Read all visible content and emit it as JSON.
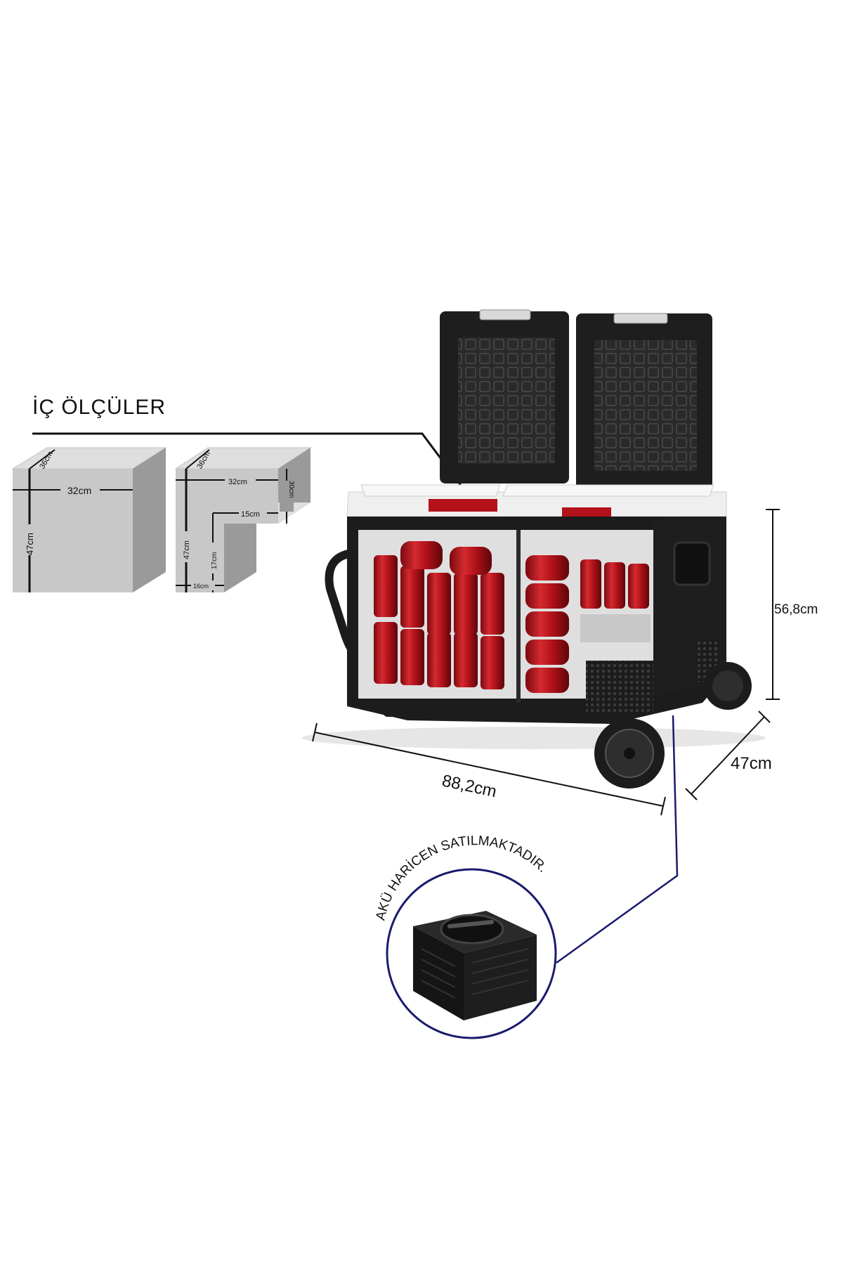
{
  "title": "İÇ ÖLÇÜLER",
  "left_box": {
    "depth": "36cm",
    "width": "32cm",
    "height": "47cm"
  },
  "right_box": {
    "depth": "36cm",
    "width": "32cm",
    "upper_height": "30cm",
    "step_width": "15cm",
    "height": "47cm",
    "lower_height": "17cm",
    "bottom_width": "16cm"
  },
  "product": {
    "height": "56,8cm",
    "width": "88,2cm",
    "depth": "47cm"
  },
  "battery_note": "AKÜ HARİCEN SATILMAKTADIR.",
  "colors": {
    "box_face": "#c8c8c8",
    "box_side": "#9a9a9a",
    "box_top": "#dedede",
    "can_red": "#b3121b",
    "body_black": "#1c1c1c",
    "lid_white": "#efefef",
    "callout_line": "#1a1a6e"
  }
}
